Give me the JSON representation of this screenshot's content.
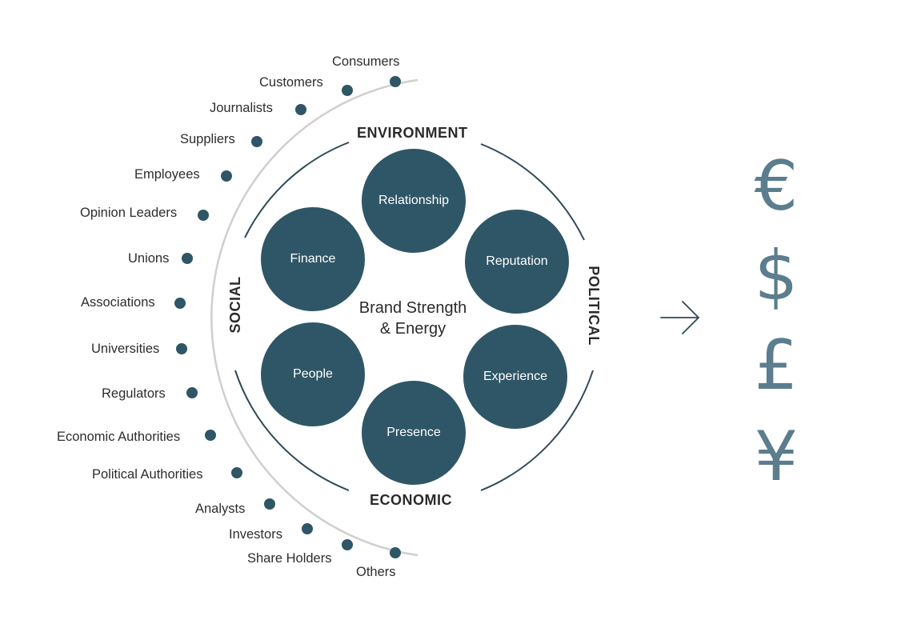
{
  "stakeholders": [
    "Consumers",
    "Customers",
    "Journalists",
    "Suppliers",
    "Employees",
    "Opinion Leaders",
    "Unions",
    "Associations",
    "Universities",
    "Regulators",
    "Economic Authorities",
    "Political Authorities",
    "Analysts",
    "Investors",
    "Share Holders",
    "Others"
  ],
  "ring_labels": {
    "top": "ENVIRONMENT",
    "left": "SOCIAL",
    "right": "POLITICAL",
    "bottom": "ECONOMIC"
  },
  "pillars": [
    "Relationship",
    "Reputation",
    "Experience",
    "Presence",
    "People",
    "Finance"
  ],
  "center_title": [
    "Brand Strength",
    "& Energy"
  ],
  "currencies": [
    "€",
    "$",
    "£",
    "¥"
  ],
  "colors": {
    "pillar_fill": "#2f5666",
    "dot": "#2f5666",
    "arc": "#cfcfcf",
    "ring": "#2f4a57",
    "currency": "#5b7d8d",
    "text": "#2d2d2d"
  }
}
